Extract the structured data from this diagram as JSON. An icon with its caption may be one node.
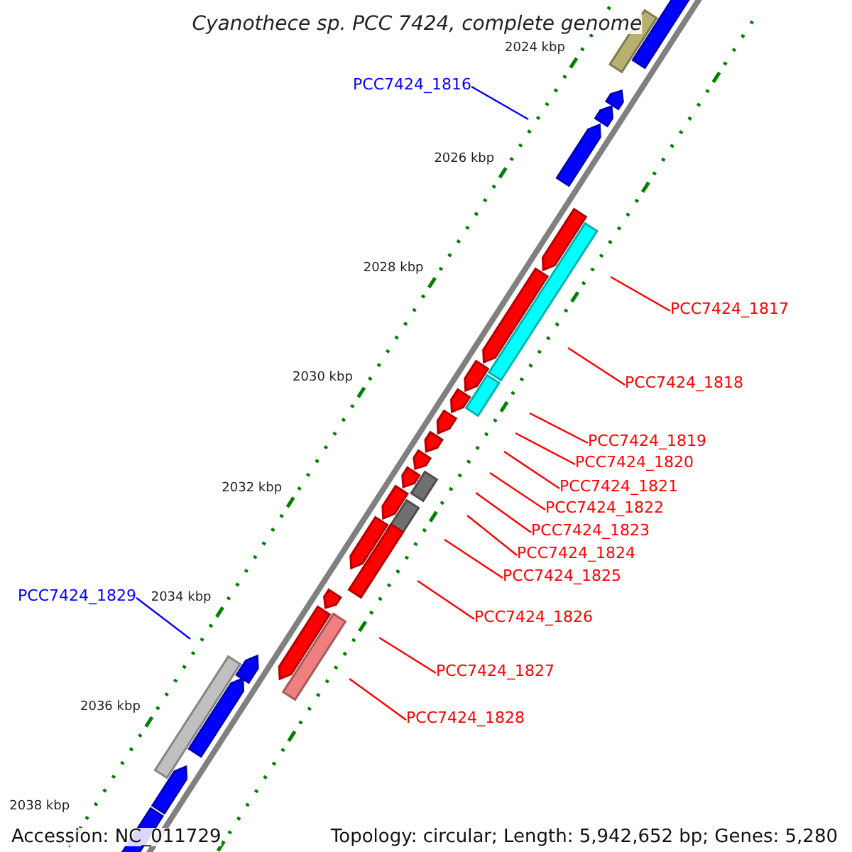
{
  "diagram": {
    "title": "Cyanothece sp. PCC 7424, complete genome",
    "nodes": [
      {
        "text": [
          "PCC7424_1816"
        ]
      },
      {
        "text": [
          "PCC7424_1817"
        ]
      },
      {
        "text": [
          "PCC7424_1818"
        ]
      },
      {
        "text": [
          "PCC7424_1819"
        ]
      },
      {
        "text": [
          "PCC7424_1820"
        ]
      },
      {
        "text": [
          "PCC7424_1821"
        ]
      },
      {
        "text": [
          "PCC7424_1822"
        ]
      },
      {
        "text": [
          "PCC7424_1823"
        ]
      },
      {
        "text": [
          "PCC7424_1824"
        ]
      },
      {
        "text": [
          "PCC7424_1825"
        ]
      },
      {
        "text": [
          "PCC7424_1826"
        ]
      },
      {
        "text": [
          "PCC7424_1827"
        ]
      },
      {
        "text": [
          "PCC7424_1828"
        ]
      },
      {
        "text": [
          "PCC7424_1829"
        ]
      }
    ],
    "edges": [
      {
        "from": 0,
        "to": null,
        "arrow": "none",
        "color": "#0000ff"
      },
      {
        "from": 1,
        "to": null,
        "arrow": "none"
      },
      {
        "from": 2,
        "to": null,
        "arrow": "none"
      },
      {
        "from": 3,
        "to": null,
        "arrow": "none"
      },
      {
        "from": 4,
        "to": null,
        "arrow": "none"
      },
      {
        "from": 5,
        "to": null,
        "arrow": "none"
      },
      {
        "from": 6,
        "to": null,
        "arrow": "none"
      },
      {
        "from": 7,
        "to": null,
        "arrow": "none"
      },
      {
        "from": 8,
        "to": null,
        "arrow": "none"
      },
      {
        "from": 9,
        "to": null,
        "arrow": "none"
      },
      {
        "from": 10,
        "to": null,
        "arrow": "none"
      },
      {
        "from": 11,
        "to": null,
        "arrow": "none"
      },
      {
        "from": 12,
        "to": null,
        "arrow": "none"
      },
      {
        "from": 13,
        "to": null,
        "arrow": "none",
        "color": "#0000ff"
      }
    ],
    "labels": [
      "2024 kbp",
      "2026 kbp",
      "2028 kbp",
      "2030 kbp",
      "2032 kbp",
      "2034 kbp",
      "2036 kbp",
      "2038 kbp",
      "Accession: NC_011729",
      "Topology: circular; Length: 5,942,652 bp; Genes: 5,280"
    ]
  }
}
